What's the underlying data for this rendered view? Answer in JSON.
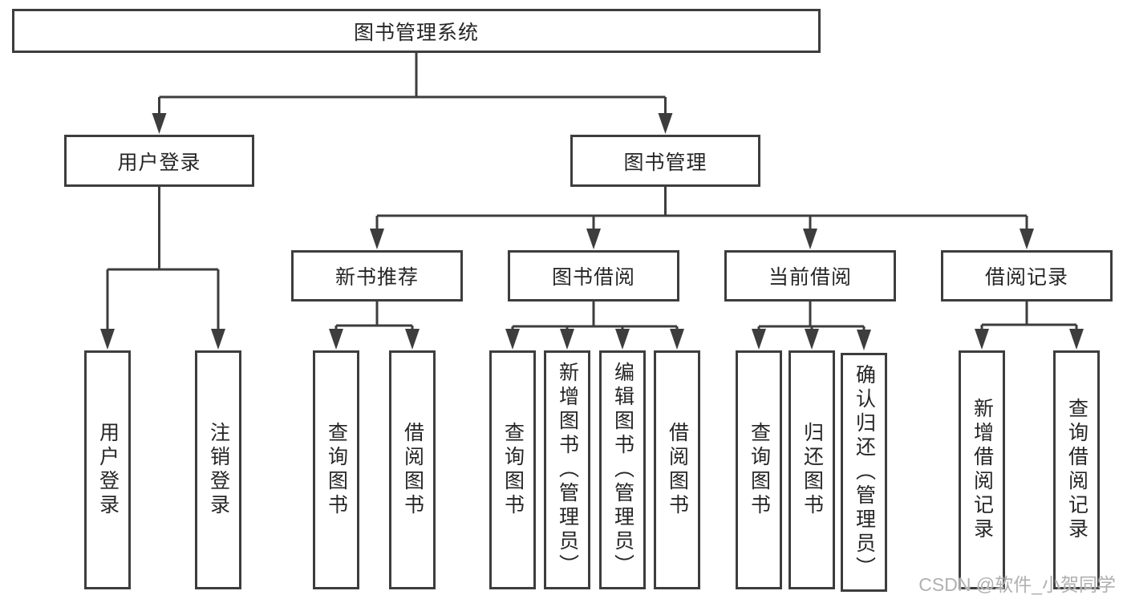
{
  "root": {
    "label": "图书管理系统"
  },
  "level2": [
    {
      "label": "用户登录"
    },
    {
      "label": "图书管理"
    }
  ],
  "level3": [
    {
      "label": "新书推荐"
    },
    {
      "label": "图书借阅"
    },
    {
      "label": "当前借阅"
    },
    {
      "label": "借阅记录"
    }
  ],
  "leaves": [
    {
      "label": "用户登录"
    },
    {
      "label": "注销登录"
    },
    {
      "label": "查询图书"
    },
    {
      "label": "借阅图书"
    },
    {
      "label": "查询图书"
    },
    {
      "label": "新增图书（管理员）"
    },
    {
      "label": "编辑图书（管理员）"
    },
    {
      "label": "借阅图书"
    },
    {
      "label": "查询图书"
    },
    {
      "label": "归还图书"
    },
    {
      "label": "确认归还（管理员）"
    },
    {
      "label": "新增借阅记录"
    },
    {
      "label": "查询借阅记录"
    }
  ],
  "watermark": {
    "text": "CSDN @软件_小贺同学"
  },
  "colors": {
    "line": "#3d3d3d",
    "text": "#262626",
    "watermark": "#b0b0b0",
    "background": "#ffffff"
  }
}
